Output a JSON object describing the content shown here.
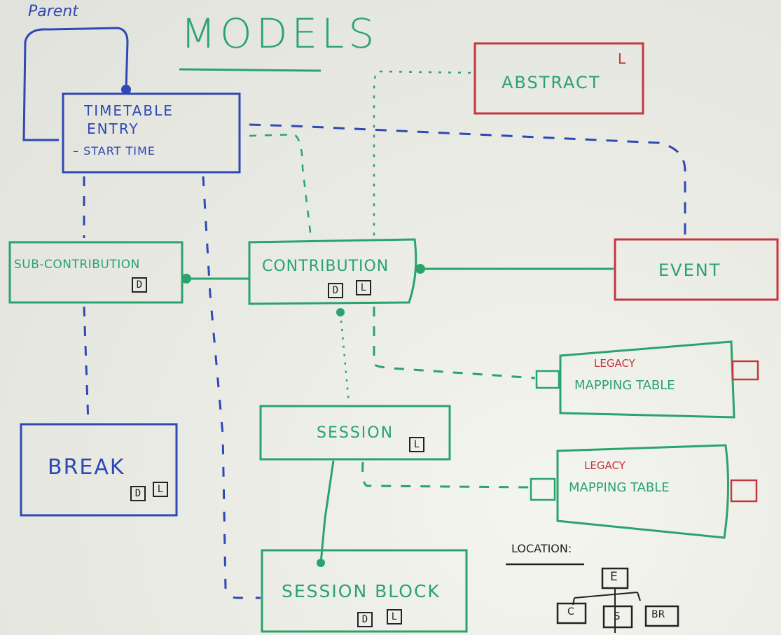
{
  "title": "MODELS",
  "parent_label": "Parent",
  "nodes": {
    "timetable_entry": {
      "line1": "TIMETABLE",
      "line2": "ENTRY",
      "field": "– START TIME"
    },
    "abstract": {
      "label": "ABSTRACT",
      "badge": "L"
    },
    "sub_contribution": {
      "label": "SUB-CONTRIBUTION",
      "tags": [
        "D"
      ]
    },
    "contribution": {
      "label": "CONTRIBUTION",
      "tags": [
        "D",
        "L"
      ]
    },
    "event": {
      "label": "EVENT"
    },
    "legacy_1": {
      "line1": "LEGACY",
      "line2": "MAPPING TABLE"
    },
    "legacy_2": {
      "line1": "LEGACY",
      "line2": "MAPPING TABLE"
    },
    "break": {
      "label": "BREAK",
      "tags": [
        "D",
        "L"
      ]
    },
    "session": {
      "label": "SESSION",
      "tags": [
        "L"
      ]
    },
    "session_block": {
      "label": "SESSION BLOCK",
      "tags": [
        "D",
        "L"
      ]
    }
  },
  "location": {
    "title": "LOCATION:",
    "root": "E",
    "children": [
      "C",
      "S",
      "BR"
    ]
  },
  "colors": {
    "blue": "#2f48b5",
    "green": "#2aa36d",
    "red": "#c6363f",
    "ink": "#222222"
  }
}
